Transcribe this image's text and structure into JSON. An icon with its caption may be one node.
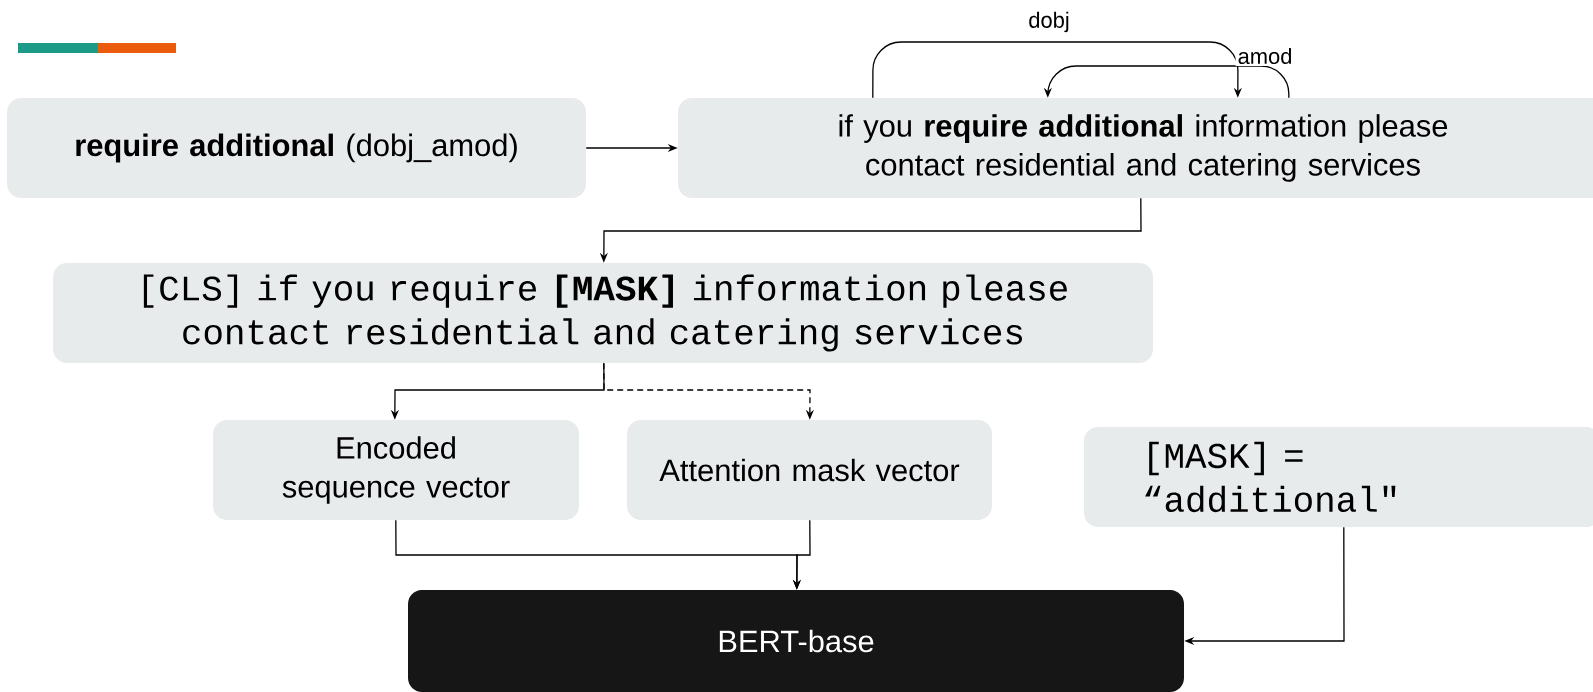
{
  "diagram": {
    "nodes": [
      {
        "text": [
          "**require additional** (dobj_amod)"
        ]
      },
      {
        "text": [
          "if you **require additional** information please contact residential and catering services"
        ]
      },
      {
        "text": [
          "[CLS] if you require **[MASK]** information please contact residential and catering services"
        ]
      },
      {
        "text": [
          "Encoded sequence vector"
        ]
      },
      {
        "text": [
          "Attention mask vector"
        ]
      },
      {
        "text": [
          "[MASK] = “additional\""
        ]
      },
      {
        "text": [
          "BERT-base"
        ]
      }
    ],
    "edges": [
      {
        "from": 0,
        "to": 1,
        "arrow": "to"
      },
      {
        "from": 1,
        "to": 1,
        "arrow": "to",
        "label": "dobj"
      },
      {
        "from": 1,
        "to": 1,
        "arrow": "to",
        "label": "amod"
      },
      {
        "from": 1,
        "to": 2,
        "arrow": "to"
      },
      {
        "from": 2,
        "to": 3,
        "arrow": "to"
      },
      {
        "from": 2,
        "to": 4,
        "arrow": "to",
        "style": "dashed"
      },
      {
        "from": 3,
        "to": 6,
        "arrow": "to"
      },
      {
        "from": 4,
        "to": 6,
        "arrow": "to"
      },
      {
        "from": 5,
        "to": 6,
        "arrow": "to"
      }
    ]
  }
}
